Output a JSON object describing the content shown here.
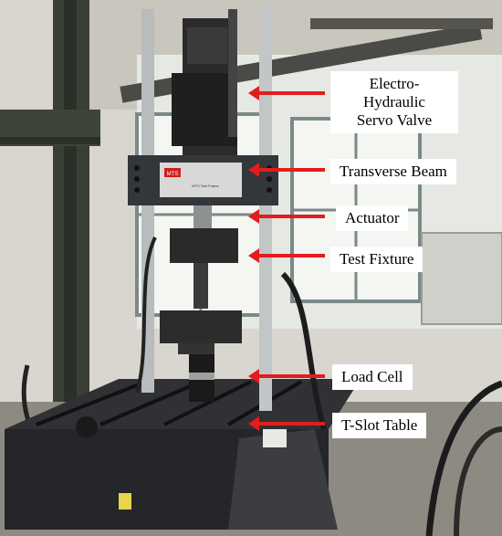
{
  "machine_badge": "MTS",
  "beam_text": "MTS Test Frame",
  "labels": {
    "servo_valve": "Electro-Hydraulic\nServo Valve",
    "transverse_beam": "Transverse Beam",
    "actuator": "Actuator",
    "test_fixture": "Test Fixture",
    "load_cell": "Load Cell",
    "t_slot_table": "T-Slot Table"
  },
  "colors": {
    "arrow": "#e11d1d",
    "label_bg": "#ffffff"
  }
}
